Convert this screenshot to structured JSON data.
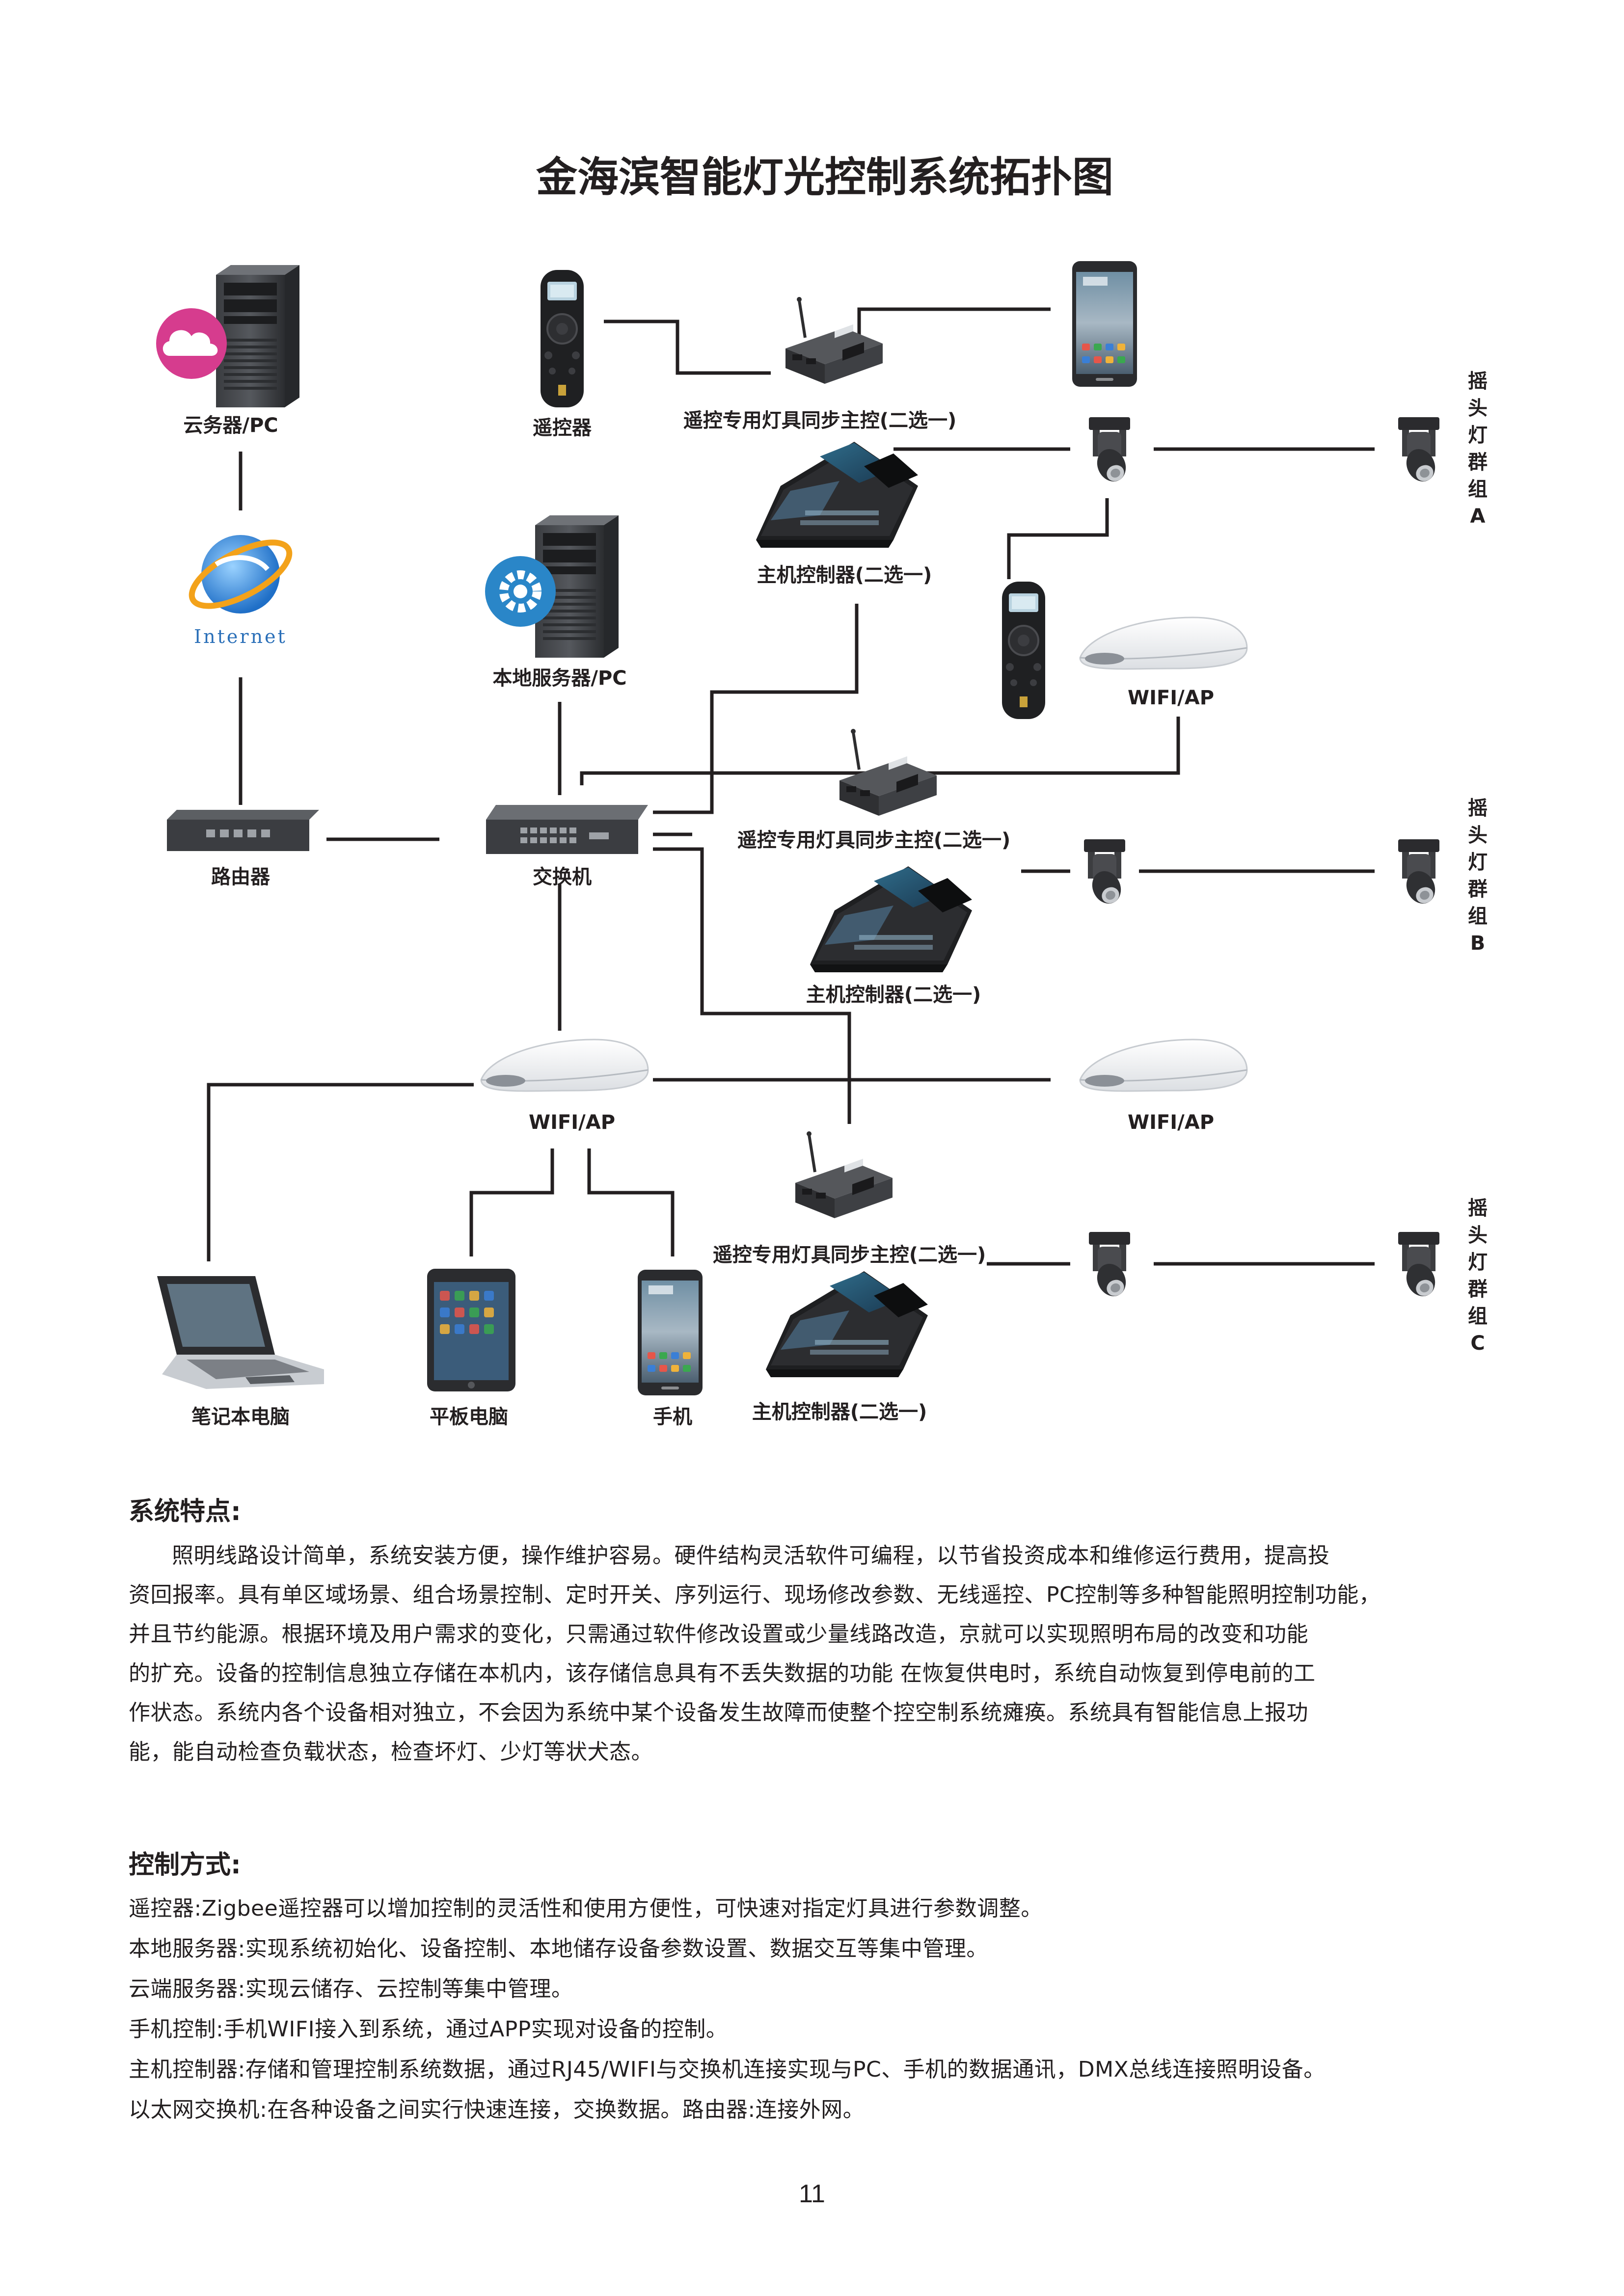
{
  "title": "金海滨智能灯光控制系统拓扑图",
  "devices": {
    "cloud_server": "云务器/PC",
    "remote_1": "遥控器",
    "sync_1": "遥控专用灯具同步主控(二选一)",
    "console_1": "主机控制器(二选一)",
    "local_server": "本地服务器/PC",
    "wifi_ap_1": "WIFI/AP",
    "router": "路由器",
    "switch": "交换机",
    "sync_2": "遥控专用灯具同步主控(二选一)",
    "console_2": "主机控制器(二选一)",
    "wifi_ap_2": "WIFI/AP",
    "wifi_ap_3": "WIFI/AP",
    "sync_3": "遥控专用灯具同步主控(二选一)",
    "laptop": "笔记本电脑",
    "tablet": "平板电脑",
    "phone": "手机",
    "console_3": "主机控制器(二选一)",
    "internet": "Internet"
  },
  "groups": [
    {
      "chars": [
        "摇",
        "头",
        "灯",
        "群",
        "组",
        "A"
      ]
    },
    {
      "chars": [
        "摇",
        "头",
        "灯",
        "群",
        "组",
        "B"
      ]
    },
    {
      "chars": [
        "摇",
        "头",
        "灯",
        "群",
        "组",
        "C"
      ]
    }
  ],
  "features": {
    "heading": "系统特点:",
    "lines": [
      "照明线路设计简单，系统安装方便，操作维护容易。硬件结构灵活软件可编程，以节省投资成本和维修运行费用，提高投",
      "资回报率。具有单区域场景、组合场景控制、定时开关、序列运行、现场修改参数、无线遥控、PC控制等多种智能照明控制功能，",
      "并且节约能源。根据环境及用户需求的变化，只需通过软件修改设置或少量线路改造，京就可以实现照明布局的改变和功能",
      "的扩充。设备的控制信息独立存储在本机内，该存储信息具有不丢失数据的功能 在恢复供电时，系统自动恢复到停电前的工",
      "作状态。系统内各个设备相对独立，不会因为系统中某个设备发生故障而使整个控空制系统瘫痪。系统具有智能信息上报功",
      "能，能自动检查负载状态，检查坏灯、少灯等状犬态。"
    ]
  },
  "control": {
    "heading": "控制方式:",
    "lines": [
      "遥控器:Zigbee遥控器可以增加控制的灵活性和使用方便性，可快速对指定灯具进行参数调整。",
      "本地服务器:实现系统初始化、设备控制、本地储存设备参数设置、数据交互等集中管理。",
      "云端服务器:实现云储存、云控制等集中管理。",
      "手机控制:手机WIFI接入到系统，通过APP实现对设备的控制。",
      "主机控制器:存储和管理控制系统数据，通过RJ45/WIFI与交换机连接实现与PC、手机的数据通讯，DMX总线连接照明设备。",
      "以太网交换机:在各种设备之间实行快速连接，交换数据。路由器:连接外网。"
    ]
  },
  "page_number": "11",
  "colors": {
    "cloud_badge": "#d63c8e",
    "gear_badge": "#2a86c8",
    "text": "#231f20"
  }
}
